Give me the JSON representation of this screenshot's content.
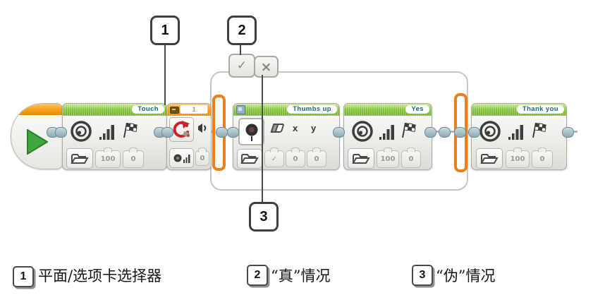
{
  "colors": {
    "ev3_green": "#7fc433",
    "ev3_orange": "#f9a11b",
    "bracket_orange": "#ef7f1a",
    "connector_teal": "#9fb9bf",
    "callout_line": "#4a4a4a"
  },
  "program": {
    "sound_touch": {
      "label": "Touch",
      "volume": "100",
      "mode": "0"
    },
    "wait": {
      "header_value": "1",
      "foot_value": "0"
    },
    "switch": {
      "true_tab_glyph": "✓",
      "false_tab_glyph": "×"
    },
    "display": {
      "label": "Thumbs up",
      "param_x": "x",
      "param_y": "y",
      "foot_clear": "✓",
      "foot_x": "0",
      "foot_y": "0"
    },
    "sound_yes": {
      "label": "Yes",
      "volume": "100",
      "mode": "0"
    },
    "sound_thank_you": {
      "label": "Thank you",
      "volume": "100",
      "mode": "0"
    }
  },
  "callouts": {
    "c1": "1",
    "c2": "2",
    "c3": "3"
  },
  "legend": {
    "item1": {
      "num": "1",
      "text": "平面/选项卡选择器"
    },
    "item2": {
      "num": "2",
      "text": "“真”情况"
    },
    "item3": {
      "num": "3",
      "text": "“伪”情况"
    }
  }
}
